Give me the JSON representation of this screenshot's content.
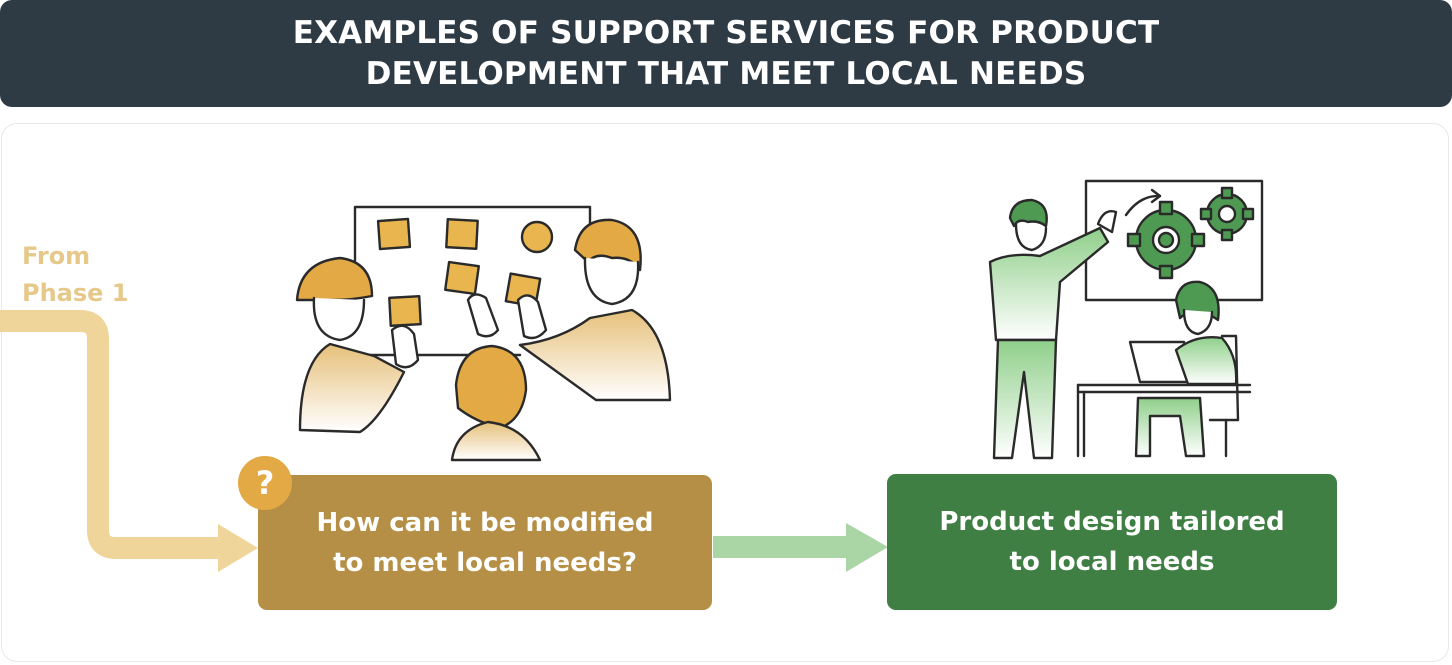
{
  "header": {
    "line1": "EXAMPLES OF SUPPORT SERVICES FOR PRODUCT",
    "line2": "DEVELOPMENT THAT MEET LOCAL NEEDS"
  },
  "from_label": {
    "line1": "From",
    "line2": "Phase 1"
  },
  "question_box": {
    "badge": "?",
    "line1": "How can it be modified",
    "line2": "to meet local needs?"
  },
  "result_box": {
    "line1": "Product design tailored",
    "line2": "to local needs"
  },
  "colors": {
    "header_bg": "#2f3b44",
    "phase_arrow": "#efd59a",
    "question_box": "#b58f45",
    "question_badge": "#e2a944",
    "connector_arrow": "#a9d6a4",
    "result_box": "#3f7f43",
    "illustration_gold": "#e8b54f",
    "illustration_green": "#4f9a52"
  },
  "illustrations": {
    "left": "team-brainstorming-sticky-notes-icon",
    "right": "engineers-designing-gears-icon"
  }
}
